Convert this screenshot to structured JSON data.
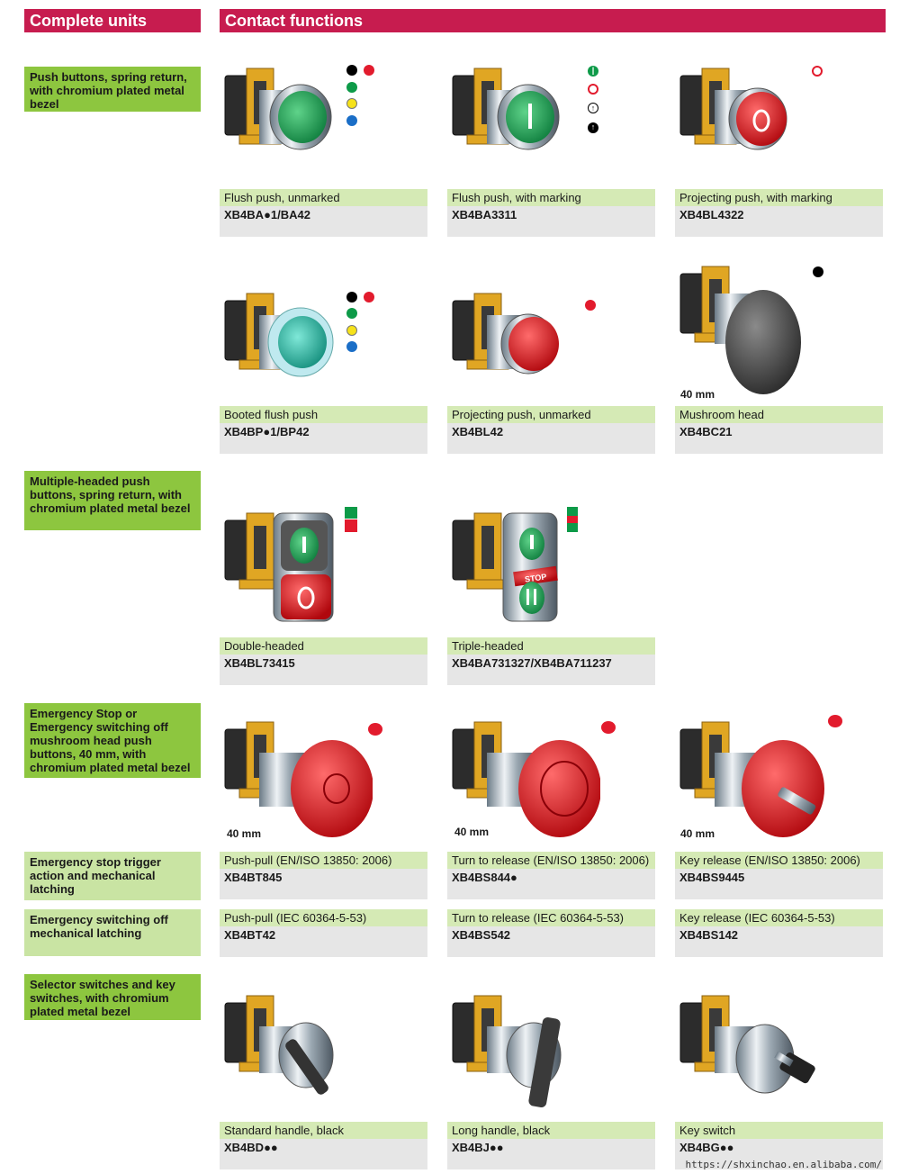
{
  "headers": {
    "complete_units": "Complete units",
    "contact_functions": "Contact functions"
  },
  "categories": {
    "push_buttons": "Push buttons, spring return, with chromium plated metal bezel",
    "multiple_headed": "Multiple-headed push buttons, spring return, with chromium plated metal bezel",
    "emergency_stop": "Emergency Stop or Emergency switching off mushroom head push buttons, 40 mm, with chromium plated metal bezel",
    "trigger_latching": "Emergency stop trigger action and mechanical latching",
    "switching_off": "Emergency switching off mechanical latching",
    "selector": "Selector switches and key switches, with chromium plated metal bezel"
  },
  "products": {
    "flush_unmarked": {
      "label": "Flush push, unmarked",
      "ref": "XB4BA●1/BA42"
    },
    "flush_marking": {
      "label": "Flush push, with marking",
      "ref": "XB4BA3311"
    },
    "projecting_marking": {
      "label": "Projecting push, with marking",
      "ref": "XB4BL4322"
    },
    "booted_flush": {
      "label": "Booted flush push",
      "ref": "XB4BP●1/BP42"
    },
    "projecting_unmarked": {
      "label": "Projecting push, unmarked",
      "ref": "XB4BL42"
    },
    "mushroom": {
      "label": "Mushroom head",
      "ref": "XB4BC21",
      "size": "40 mm"
    },
    "double_headed": {
      "label": "Double-headed",
      "ref": "XB4BL73415"
    },
    "triple_headed": {
      "label": "Triple-headed",
      "ref": "XB4BA731327/XB4BA711237",
      "stop_text": "STOP"
    },
    "es_pushpull": {
      "label": "Push-pull (EN/ISO 13850: 2006)",
      "ref": "XB4BT845",
      "size": "40 mm"
    },
    "es_turn": {
      "label": "Turn to release (EN/ISO 13850: 2006)",
      "ref": "XB4BS844●",
      "size": "40 mm"
    },
    "es_key": {
      "label": "Key release (EN/ISO 13850: 2006)",
      "ref": "XB4BS9445",
      "size": "40 mm"
    },
    "eso_pushpull": {
      "label": "Push-pull (IEC 60364-5-53)",
      "ref": "XB4BT42"
    },
    "eso_turn": {
      "label": "Turn to release (IEC 60364-5-53)",
      "ref": "XB4BS542"
    },
    "eso_key": {
      "label": "Key release (IEC 60364-5-53)",
      "ref": "XB4BS142"
    },
    "std_handle": {
      "label": "Standard handle, black",
      "ref": "XB4BD●●"
    },
    "long_handle": {
      "label": "Long handle, black",
      "ref": "XB4BJ●●"
    },
    "key_switch": {
      "label": "Key switch",
      "ref": "XB4BG●●"
    }
  },
  "colors": {
    "brand": "#c71c4f",
    "category": "#8dc63f",
    "label_bg": "#d5eab5",
    "ref_bg": "#e6e6e6"
  },
  "watermark": "https://shxinchao.en.alibaba.com/"
}
